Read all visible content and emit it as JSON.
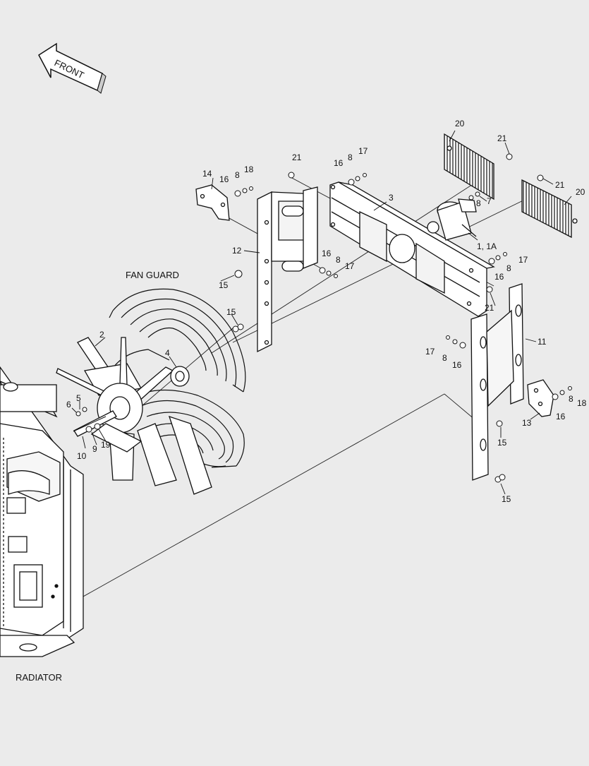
{
  "diagram": {
    "front_label": "FRONT",
    "fan_guard_label": "FAN GUARD",
    "radiator_label": "RADIATOR",
    "callouts": {
      "c1_1a": "1, 1A",
      "c2": "2",
      "c3": "3",
      "c4": "4",
      "c5": "5",
      "c6": "6",
      "c7": "7",
      "c8a": "8",
      "c8b": "8",
      "c8c": "8",
      "c8d": "8",
      "c8e": "8",
      "c8f": "8",
      "c8g": "8",
      "c9": "9",
      "c10": "10",
      "c11": "11",
      "c12": "12",
      "c13": "13",
      "c14": "14",
      "c15a": "15",
      "c15b": "15",
      "c15c": "15",
      "c15d": "15",
      "c16a": "16",
      "c16b": "16",
      "c16c": "16",
      "c16d": "16",
      "c16e": "16",
      "c16f": "16",
      "c17a": "17",
      "c17b": "17",
      "c17c": "17",
      "c17d": "17",
      "c18a": "18",
      "c18b": "18",
      "c19": "19",
      "c20a": "20",
      "c20b": "20",
      "c21a": "21",
      "c21b": "21",
      "c21c": "21",
      "c21d": "21"
    }
  }
}
